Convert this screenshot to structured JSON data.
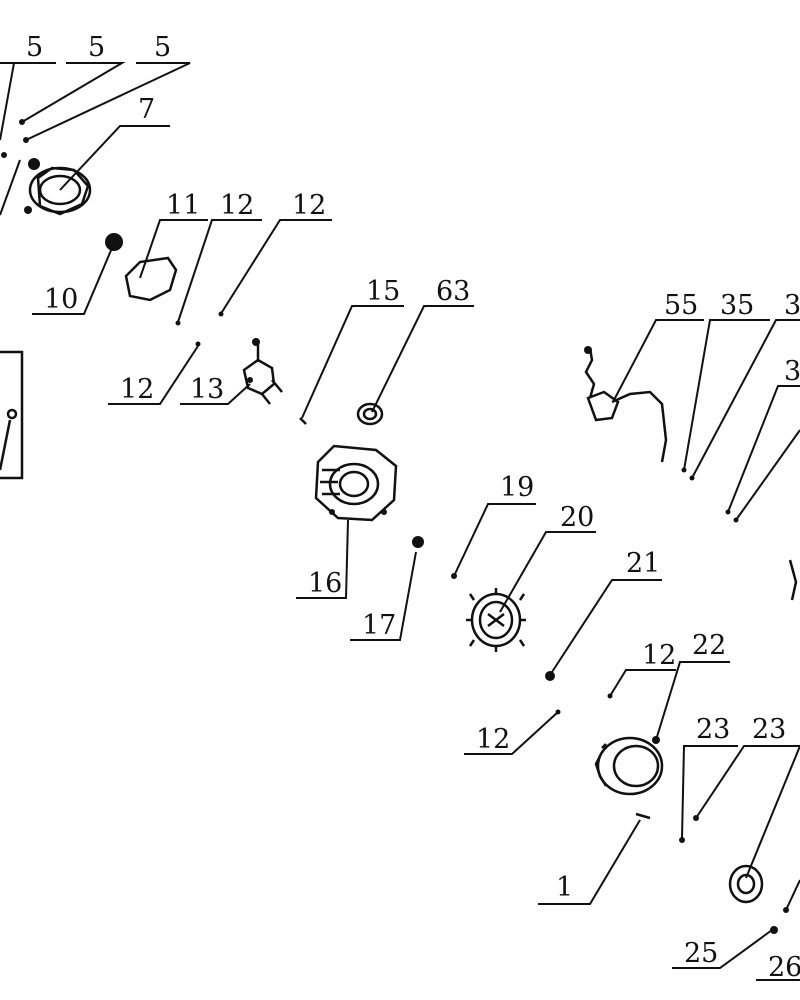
{
  "labels": {
    "l5a": "5",
    "l5b": "5",
    "l5c": "5",
    "l7": "7",
    "l11": "11",
    "l12a": "12",
    "l12b": "12",
    "l10": "10",
    "l12c": "12",
    "l13": "13",
    "l15": "15",
    "l63": "63",
    "l55": "55",
    "l35": "35",
    "l3x": "3",
    "l3y": "3",
    "l16": "16",
    "l19": "19",
    "l20": "20",
    "l17": "17",
    "l21": "21",
    "l12d": "12",
    "l22": "22",
    "l12e": "12",
    "l23a": "23",
    "l23b": "23",
    "l1": "1",
    "l25": "25",
    "l26": "26"
  }
}
